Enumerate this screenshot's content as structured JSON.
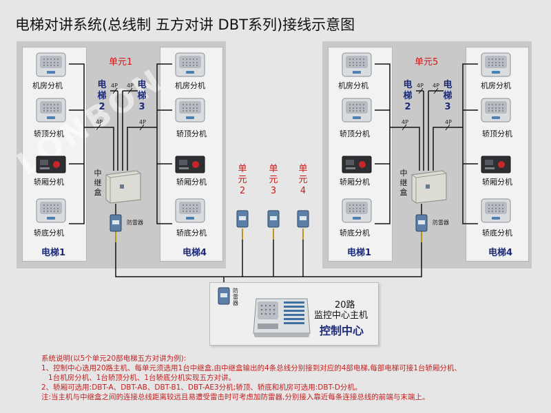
{
  "title": "电梯对讲系统(总线制 五方对讲 DBT系列)接线示意图",
  "watermark": "LONBON",
  "devices": {
    "machine_room": "机房分机",
    "car_top": "轿顶分机",
    "car": "轿厢分机",
    "pit": "轿底分机",
    "relay_box": "中继盒",
    "surge": "防雷器"
  },
  "groups": [
    {
      "unit": "单元1",
      "elevators": [
        "电梯1",
        "电梯4"
      ],
      "mid": [
        {
          "chars": [
            "电",
            "梯",
            "2"
          ]
        },
        {
          "chars": [
            "电",
            "梯",
            "3"
          ]
        }
      ]
    },
    {
      "unit": "单元5",
      "elevators": [
        "电梯1",
        "电梯4"
      ],
      "mid": [
        {
          "chars": [
            "电",
            "梯",
            "2"
          ]
        },
        {
          "chars": [
            "电",
            "梯",
            "3"
          ]
        }
      ]
    }
  ],
  "middle_units": [
    {
      "chars": [
        "单",
        "元",
        "2"
      ]
    },
    {
      "chars": [
        "单",
        "元",
        "3"
      ]
    },
    {
      "chars": [
        "单",
        "元",
        "4"
      ]
    }
  ],
  "wire_label": "4P",
  "control": {
    "line1": "20路",
    "line2": "监控中心主机",
    "name": "控制中心"
  },
  "notes": [
    "系统说明(以5个单元20部电梯五方对讲为例):",
    "1、控制中心选用20路主机、每单元须选用1台中继盒,由中继盒输出的4条总线分别接到对应的4部电梯,每部电梯可接1台轿厢分机、",
    "   1台机房分机、1台轿顶分机、1台轿底分机实现五方对讲。",
    "2、轿厢可选用:DBT-A、DBT-AB、DBT-B1、DBT-AE3分机;轿顶、轿底和机房可选用:DBT-D分机。",
    "注:当主机与中继盒之间的连接总线距离较远且易遭受雷击时可考虑加防雷器,分别接入靠近每条连接总线的前端与末端上。"
  ]
}
